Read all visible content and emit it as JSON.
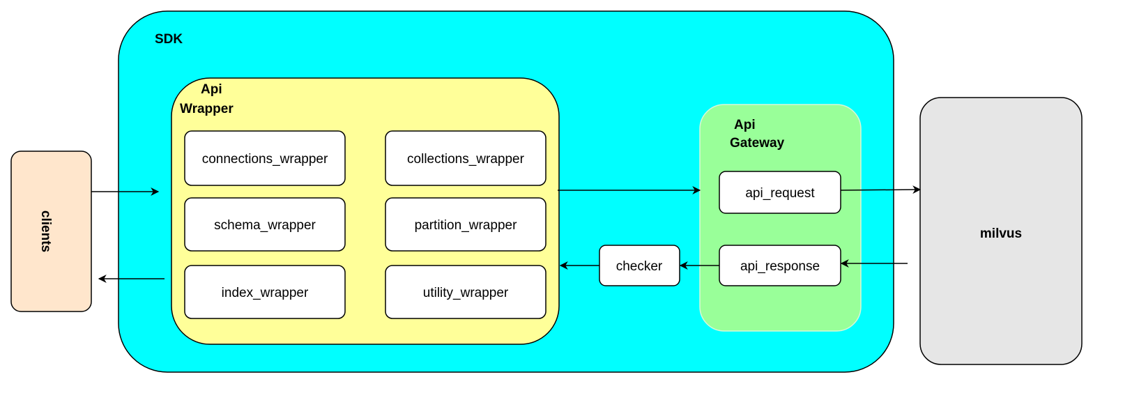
{
  "colors": {
    "sdk": "#00FFFF",
    "api_wrapper": "#FFFF99",
    "api_gateway": "#99FF99",
    "clients": "#FFE6CC",
    "milvus": "#E6E6E6",
    "component": "#FFFFFF"
  },
  "sdk": {
    "label": "SDK"
  },
  "clients": {
    "label": "clients"
  },
  "milvus": {
    "label": "milvus"
  },
  "api_wrapper": {
    "label_line1": "Api",
    "label_line2": "Wrapper",
    "items": [
      {
        "label": "connections_wrapper"
      },
      {
        "label": "collections_wrapper"
      },
      {
        "label": "schema_wrapper"
      },
      {
        "label": "partition_wrapper"
      },
      {
        "label": "index_wrapper"
      },
      {
        "label": "utility_wrapper"
      }
    ]
  },
  "api_gateway": {
    "label_line1": "Api",
    "label_line2": "Gateway",
    "request": "api_request",
    "response": "api_response"
  },
  "checker": {
    "label": "checker"
  },
  "edges": [
    {
      "from": "clients",
      "to": "api_wrapper"
    },
    {
      "from": "api_wrapper",
      "to": "clients"
    },
    {
      "from": "api_wrapper",
      "to": "api_gateway"
    },
    {
      "from": "api_request",
      "to": "milvus"
    },
    {
      "from": "milvus",
      "to": "api_response"
    },
    {
      "from": "api_response",
      "to": "checker"
    },
    {
      "from": "checker",
      "to": "api_wrapper"
    }
  ]
}
